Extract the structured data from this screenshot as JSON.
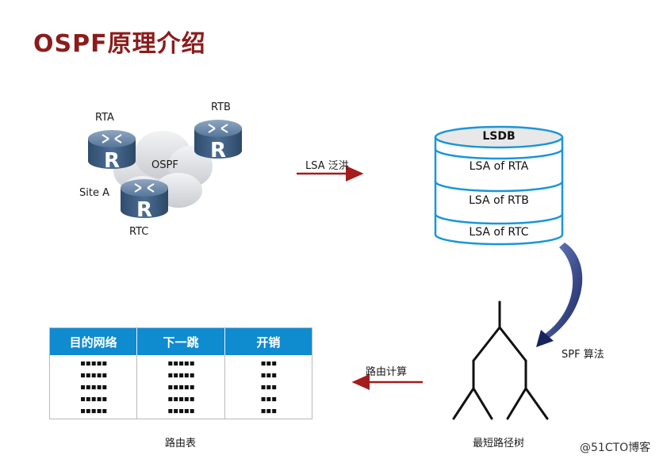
{
  "title": "OSPF原理介绍",
  "network": {
    "rta": "RTA",
    "rtb": "RTB",
    "rtc": "RTC",
    "ospf": "OSPF",
    "site": "Site A",
    "router_letter": "R"
  },
  "flood_label": "LSA 泛洪",
  "lsdb": {
    "header": "LSDB",
    "rows": [
      "LSA of RTA",
      "LSA of RTB",
      "LSA of RTC"
    ]
  },
  "spf_label": "SPF 算法",
  "tree_label": "最短路径树",
  "route_calc_label": "路由计算",
  "routing_table": {
    "columns": [
      "目的网络",
      "下一跳",
      "开销"
    ],
    "col_dots": [
      "▪▪▪▪▪",
      "▪▪▪▪▪",
      "▪▪▪"
    ],
    "rows": 5,
    "caption": "路由表"
  },
  "watermark": "@51CTO博客",
  "colors": {
    "title": "#8c1c1c",
    "table_header": "#0f8bd0",
    "lsdb_border": "#1a96d8",
    "arrow_red": "#a51c1c",
    "spf_arrow": "#2a3a7a",
    "router": "#3e5f82"
  }
}
